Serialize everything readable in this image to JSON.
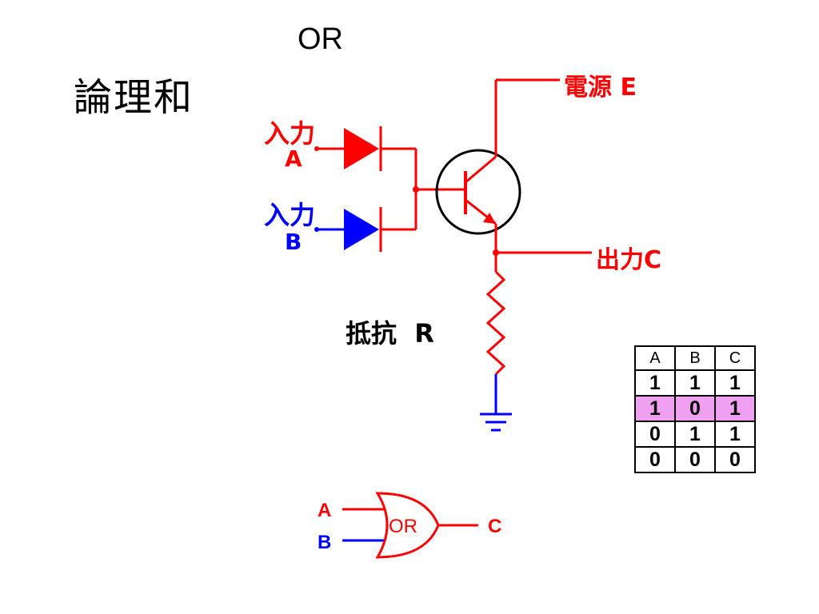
{
  "slide": {
    "title_en": "OR",
    "title_ja": "論理和"
  },
  "circuit": {
    "input_a_label": "入力",
    "input_a_letter": "A",
    "input_b_label": "入力",
    "input_b_letter": "B",
    "power_label": "電源 E",
    "output_label": "出力C",
    "resistor_label": "抵抗  R"
  },
  "gate": {
    "text": "OR",
    "input_a": "A",
    "input_b": "B",
    "output": "C"
  },
  "truth_table": {
    "headers": [
      "A",
      "B",
      "C"
    ],
    "rows": [
      [
        "1",
        "1",
        "1"
      ],
      [
        "1",
        "0",
        "1"
      ],
      [
        "0",
        "1",
        "1"
      ],
      [
        "0",
        "0",
        "0"
      ]
    ],
    "highlight_color": "#f0a0f0"
  },
  "colors": {
    "red": "#ff0000",
    "blue": "#0000ff",
    "black": "#000000"
  }
}
